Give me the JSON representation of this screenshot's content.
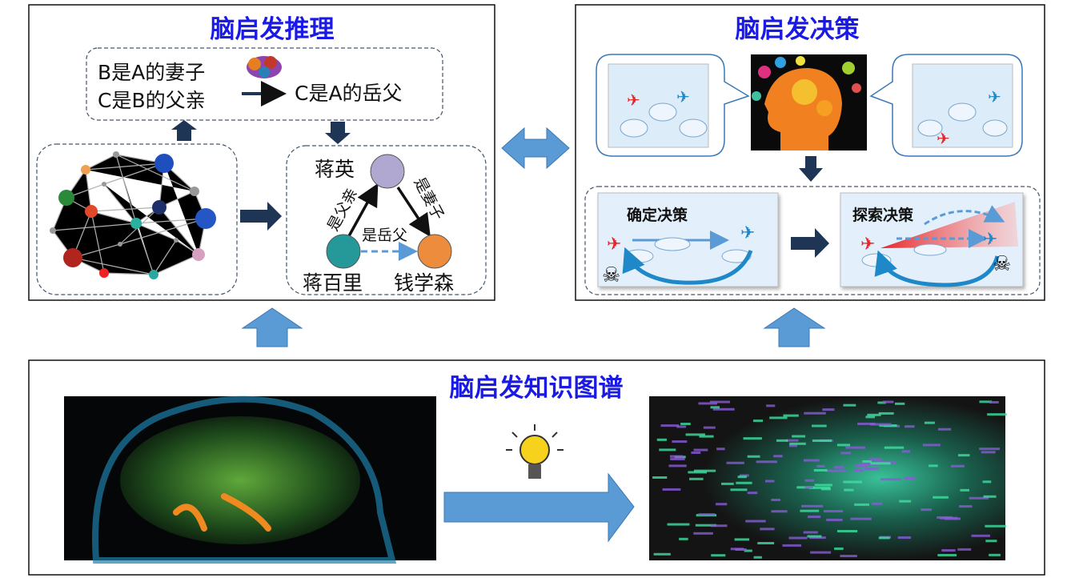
{
  "reasoning": {
    "title": "脑启发推理",
    "premise_1": "B是A的妻子",
    "premise_2": "C是B的父亲",
    "conclusion": "C是A的岳父",
    "nodes": {
      "top": "蒋英",
      "left": "蒋百里",
      "right": "钱学森"
    },
    "edges": {
      "left_top": "是父亲",
      "top_right": "是妻子",
      "left_right": "是岳父"
    }
  },
  "decision": {
    "title": "脑启发决策",
    "deterministic": "确定决策",
    "exploratory": "探索决策"
  },
  "knowledge_graph": {
    "title": "脑启发知识图谱"
  },
  "colors": {
    "title": "#1a1ae6",
    "arrow_dark": "#1f3556",
    "arrow_blue": "#5b9bd5",
    "plane_red": "#e8262a",
    "plane_blue": "#1e88c8"
  }
}
